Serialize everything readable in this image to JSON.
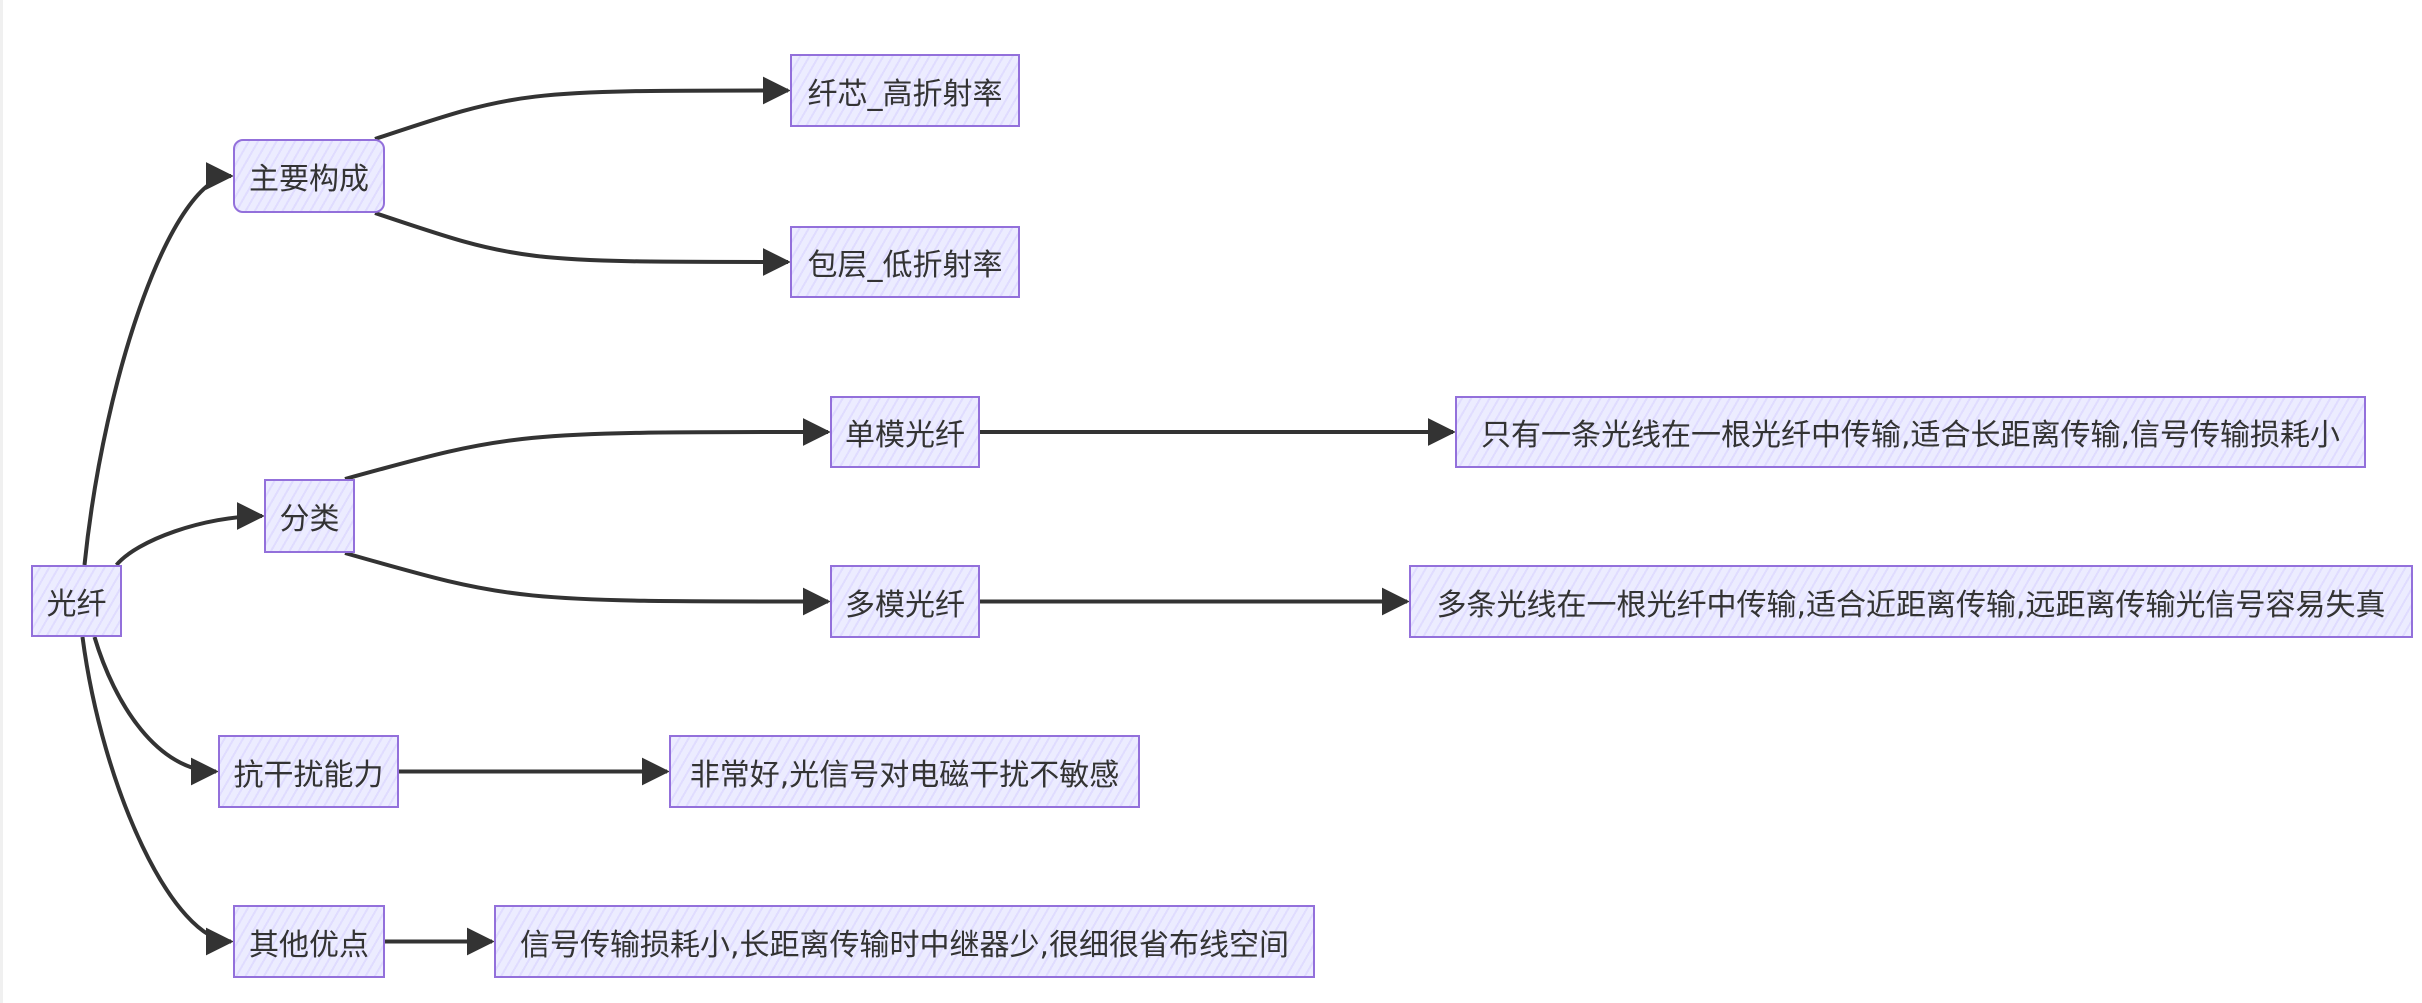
{
  "diagram": {
    "type": "mindmap-flowchart",
    "colors": {
      "node_fill": "#ECECFF",
      "node_border": "#9370DB",
      "edge": "#333333",
      "text": "#333333"
    },
    "nodes": [
      {
        "id": "root",
        "label": "光纤"
      },
      {
        "id": "composition",
        "label": "主要构成"
      },
      {
        "id": "core",
        "label": "纤芯_高折射率"
      },
      {
        "id": "cladding",
        "label": "包层_低折射率"
      },
      {
        "id": "classification",
        "label": "分类"
      },
      {
        "id": "single_mode",
        "label": "单模光纤"
      },
      {
        "id": "single_mode_desc",
        "label": "只有一条光线在一根光纤中传输,适合长距离传输,信号传输损耗小"
      },
      {
        "id": "multi_mode",
        "label": "多模光纤"
      },
      {
        "id": "multi_mode_desc",
        "label": "多条光线在一根光纤中传输,适合近距离传输,远距离传输光信号容易失真"
      },
      {
        "id": "anti_interference",
        "label": "抗干扰能力"
      },
      {
        "id": "anti_interference_desc",
        "label": "非常好,光信号对电磁干扰不敏感"
      },
      {
        "id": "other_advantages",
        "label": "其他优点"
      },
      {
        "id": "other_advantages_desc",
        "label": "信号传输损耗小,长距离传输时中继器少,很细很省布线空间"
      }
    ],
    "edges": [
      {
        "from": "root",
        "to": "composition"
      },
      {
        "from": "composition",
        "to": "core"
      },
      {
        "from": "composition",
        "to": "cladding"
      },
      {
        "from": "root",
        "to": "classification"
      },
      {
        "from": "classification",
        "to": "single_mode"
      },
      {
        "from": "single_mode",
        "to": "single_mode_desc"
      },
      {
        "from": "classification",
        "to": "multi_mode"
      },
      {
        "from": "multi_mode",
        "to": "multi_mode_desc"
      },
      {
        "from": "root",
        "to": "anti_interference"
      },
      {
        "from": "anti_interference",
        "to": "anti_interference_desc"
      },
      {
        "from": "root",
        "to": "other_advantages"
      },
      {
        "from": "other_advantages",
        "to": "other_advantages_desc"
      }
    ]
  }
}
